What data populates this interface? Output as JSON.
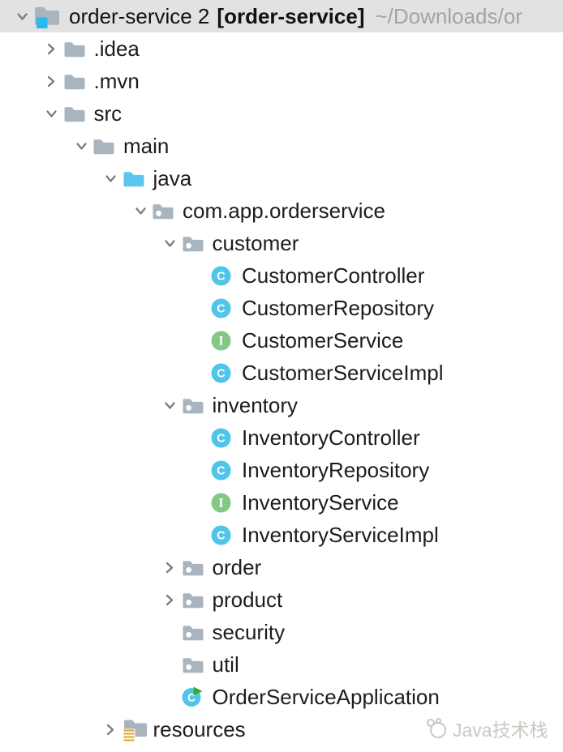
{
  "project_root": {
    "name": "order-service 2",
    "module": "[order-service]",
    "path": "~/Downloads/or",
    "icon": "project-folder-icon",
    "chevron": "down",
    "selected": true
  },
  "tree": {
    "items": [
      {
        "label": ".idea",
        "level": 1,
        "icon": "folder",
        "chevron": "right"
      },
      {
        "label": ".mvn",
        "level": 1,
        "icon": "folder",
        "chevron": "right"
      },
      {
        "label": "src",
        "level": 1,
        "icon": "folder",
        "chevron": "down"
      },
      {
        "label": "main",
        "level": 2,
        "icon": "folder",
        "chevron": "down"
      },
      {
        "label": "java",
        "level": 3,
        "icon": "folder-source",
        "chevron": "down"
      },
      {
        "label": "com.app.orderservice",
        "level": 4,
        "icon": "package",
        "chevron": "down"
      },
      {
        "label": "customer",
        "level": 5,
        "icon": "package",
        "chevron": "down"
      },
      {
        "label": "CustomerController",
        "level": 6,
        "icon": "class",
        "chevron": "none"
      },
      {
        "label": "CustomerRepository",
        "level": 6,
        "icon": "class",
        "chevron": "none"
      },
      {
        "label": "CustomerService",
        "level": 6,
        "icon": "interface",
        "chevron": "none"
      },
      {
        "label": "CustomerServiceImpl",
        "level": 6,
        "icon": "class",
        "chevron": "none"
      },
      {
        "label": "inventory",
        "level": 5,
        "icon": "package",
        "chevron": "down"
      },
      {
        "label": "InventoryController",
        "level": 6,
        "icon": "class",
        "chevron": "none"
      },
      {
        "label": "InventoryRepository",
        "level": 6,
        "icon": "class",
        "chevron": "none"
      },
      {
        "label": "InventoryService",
        "level": 6,
        "icon": "interface",
        "chevron": "none"
      },
      {
        "label": "InventoryServiceImpl",
        "level": 6,
        "icon": "class",
        "chevron": "none"
      },
      {
        "label": "order",
        "level": 5,
        "icon": "package",
        "chevron": "right"
      },
      {
        "label": "product",
        "level": 5,
        "icon": "package",
        "chevron": "right"
      },
      {
        "label": "security",
        "level": 5,
        "icon": "package",
        "chevron": "none"
      },
      {
        "label": "util",
        "level": 5,
        "icon": "package",
        "chevron": "none"
      },
      {
        "label": "OrderServiceApplication",
        "level": 5,
        "icon": "class-run",
        "chevron": "none"
      },
      {
        "label": "resources",
        "level": 3,
        "icon": "folder-resources",
        "chevron": "right"
      }
    ]
  },
  "watermark": {
    "text": "Java技术栈",
    "icon": "watermark-logo-icon"
  },
  "colors": {
    "selected_row_bg": "#e2e2e2",
    "tree_text": "#1d1d1d",
    "path_text": "#a3a3a3",
    "chevron": "#7b7b7b",
    "folder": "#a9b4bf",
    "source_folder": "#5bc7ef",
    "project_badge": "#29b9ec",
    "class_icon": "#50c5ea",
    "interface_icon": "#84c886",
    "run_badge": "#35a835",
    "resources_lines": "#e0a526",
    "icon_letter": "#ffffff",
    "watermark_text": "#cbc7c2"
  }
}
